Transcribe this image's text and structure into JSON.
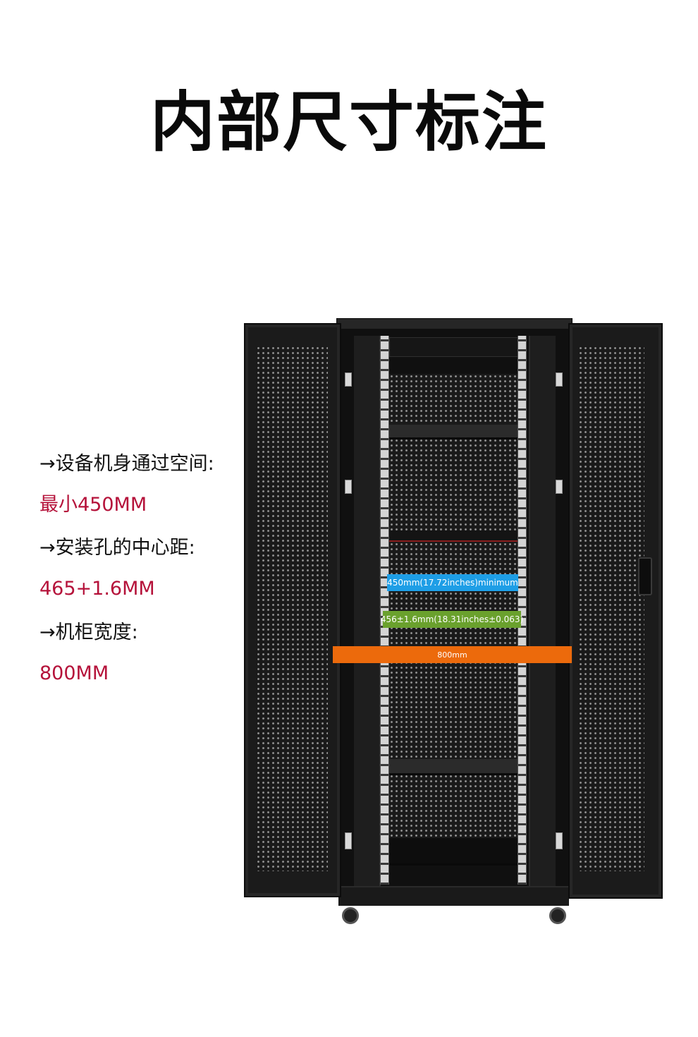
{
  "title": "内部尺寸标注",
  "specs": [
    {
      "label": "→设备机身通过空间:",
      "value": "最小450MM"
    },
    {
      "label": "→安装孔的中心距:",
      "value": "465+1.6MM"
    },
    {
      "label": "→机柜宽度:",
      "value": "800MM"
    }
  ],
  "dimensions": {
    "pass_through": "450mm(17.72inches)minimum",
    "hole_center": "456±1.6mm(18.31inches±0.063)",
    "width": "800mm"
  },
  "colors": {
    "value_text": "#b5123a",
    "pass_through_band": "#1e9ee6",
    "hole_center_band": "#6aa12d",
    "width_band": "#ec6a0c"
  }
}
